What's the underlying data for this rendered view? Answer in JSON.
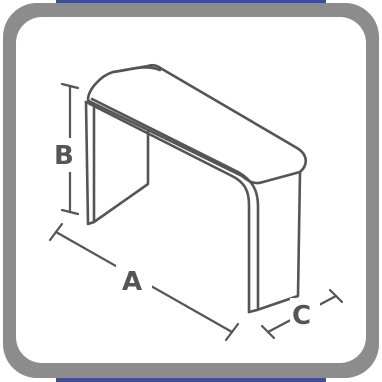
{
  "colors": {
    "top_blue": "#3f4f95",
    "bottom_blue": "#3f4f95",
    "frame_gray": "#8c8c8c",
    "panel_white": "#ffffff",
    "line": "#555555"
  },
  "labels": {
    "a": "A",
    "b": "B",
    "c": "C"
  }
}
